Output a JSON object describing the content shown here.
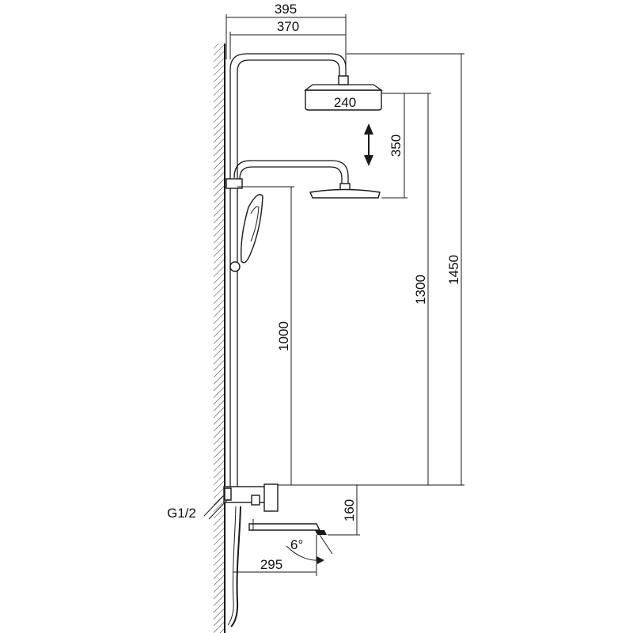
{
  "dimensions": {
    "overall_reach": "395",
    "arm_reach": "370",
    "head_diameter": "240",
    "height_adjust": "350",
    "handshower_holder_height": "1000",
    "min_head_height": "1300",
    "max_head_height": "1450",
    "mixer_offset": "160",
    "spout_projection": "295",
    "spout_angle": "6°"
  },
  "labels": {
    "thread": "G1/2"
  }
}
